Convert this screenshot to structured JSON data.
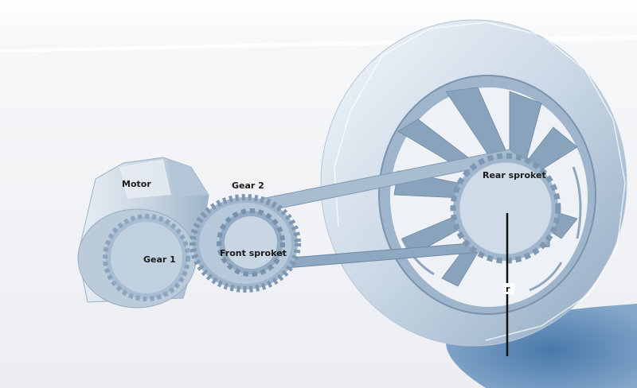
{
  "labels": {
    "motor": "Motor",
    "gear1": "Gear 1",
    "gear2": "Gear 2",
    "front_sprocket": "Front sproket",
    "rear_sprocket": "Rear sproket",
    "radius": "r"
  },
  "colors": {
    "background": "#f4f5f7",
    "floor": "#eef0f3",
    "part_light": "#c9d6e3",
    "part_mid": "#a9bed2",
    "part_dark": "#7f98b2",
    "tire": "#d8e3ee",
    "shadow": "#4f7fae",
    "line": "#111111"
  }
}
